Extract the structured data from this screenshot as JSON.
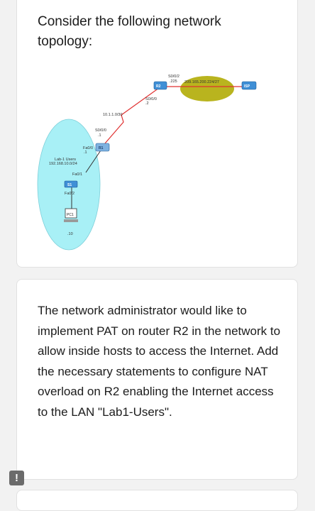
{
  "question": {
    "intro": "Consider the following network topology:"
  },
  "topology": {
    "labels": {
      "r2_s002_iface": "S0/0/2",
      "r2_s002_ip": ".225",
      "isp_net": "209.165.200.224/27",
      "r2_s000_iface": "S0/0/0",
      "r2_s000_ip": ".2",
      "wan_net": "10.1.1.0/30",
      "r1_s000_iface": "S0/0/0",
      "r1_s000_ip": ".1",
      "r1_fa00_iface": "Fa0/0",
      "r1_fa00_ip": ".1",
      "lan_name": "Lab-1 Users",
      "lan_net": "192.168.10.0/24",
      "s1_fa01": "Fa0/1",
      "s1_fa02": "Fa0/2",
      "pc1_ip": ".10"
    },
    "devices": {
      "r2": "R2",
      "isp": "ISP",
      "r1": "R1",
      "s1": "S1",
      "pc1": "PC1"
    },
    "colors": {
      "lan_fill": "#a8f0f6",
      "isp_cloud_fill": "#b9b41e",
      "serial_link": "#e03030",
      "device_blue": "#3f8fd6"
    }
  },
  "task": {
    "text": "The network administrator would like to implement PAT on router R2 in the network to allow inside hosts to access the Internet. Add the necessary statements to configure NAT overload on R2 enabling the Internet access to the LAN \"Lab1-Users\"."
  },
  "alert_icon": {
    "name": "exclamation-icon",
    "glyph": "!"
  }
}
